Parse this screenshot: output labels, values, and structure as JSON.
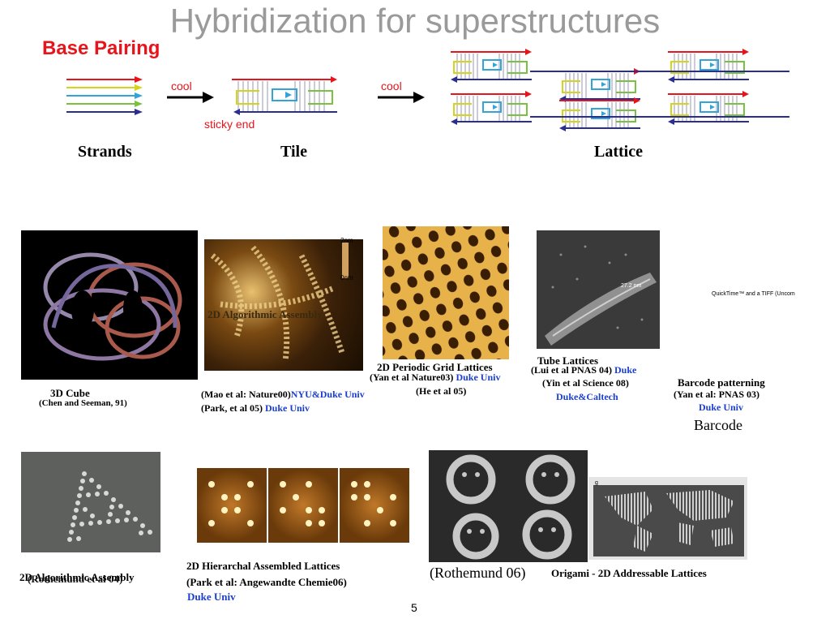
{
  "slide": {
    "title": "Hybridization for superstructures",
    "subtitle": "Base Pairing",
    "page_number": "5"
  },
  "diagram": {
    "cool_1": "cool",
    "cool_2": "cool",
    "sticky_end": "sticky end",
    "label_strands": "Strands",
    "label_tile": "Tile",
    "label_lattice": "Lattice",
    "strand_colors": [
      "#e8141b",
      "#d4d41a",
      "#33a4d8",
      "#7ac142",
      "#2a2f8f"
    ]
  },
  "captions": {
    "row1": {
      "cube_title": "3D Cube",
      "cube_ref": "(Chen and Seeman, 91)",
      "algo_overlay": "2D Algorithmic Assembly",
      "mao_ref": "(Mao et al: Nature00)",
      "mao_inst": "NYU&Duke Univ",
      "park_ref": "(Park, et al 05) ",
      "park_inst": "Duke Univ",
      "grid_title": "2D Periodic Grid Lattices",
      "grid_ref": "(Yan et al Nature03) ",
      "grid_inst": "Duke Univ",
      "grid_ref2": "(He et al 05)",
      "tube_title": "Tube Lattices",
      "tube_ref": "(Lui et al PNAS 04) ",
      "tube_inst": "Duke",
      "tube_ref2": "(Yin et al Science 08)",
      "tube_inst2": "Duke&Caltech",
      "quicktime": "QuickTime™ and a TIFF (Uncom",
      "barcode_title": "Barcode patterning",
      "barcode_ref": "(Yan et al: PNAS 03)",
      "barcode_inst": "Duke Univ",
      "barcode_label": "Barcode"
    },
    "row2": {
      "algo2_a": "2D Algorithmic Assembly",
      "algo2_b": "(Rothemund et al 04)",
      "hier_title": "2D Hierarchal Assembled Lattices",
      "hier_ref": "(Park et al: Angewandte Chemie06)",
      "hier_inst": "Duke Univ",
      "roth_ref": "(Rothemund 06)",
      "origami_title": "Origami - 2D Addressable Lattices"
    }
  }
}
